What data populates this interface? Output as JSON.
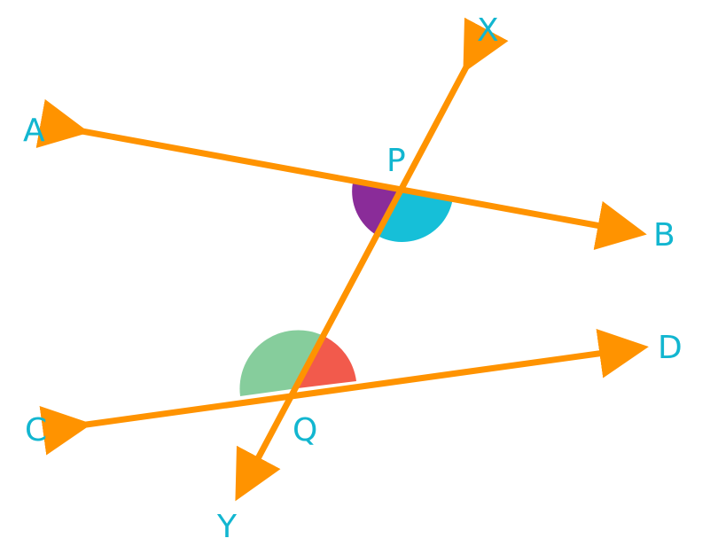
{
  "labels": {
    "a": "A",
    "b": "B",
    "c": "C",
    "d": "D",
    "x": "X",
    "y": "Y",
    "p": "P",
    "q": "Q"
  },
  "colors": {
    "line": "#FF9300",
    "label": "#12B6D0",
    "angle_p_left": "#8A2C99",
    "angle_p_right": "#16BFD8",
    "angle_q_left": "#86CD9C",
    "angle_q_right": "#F25A4C"
  }
}
